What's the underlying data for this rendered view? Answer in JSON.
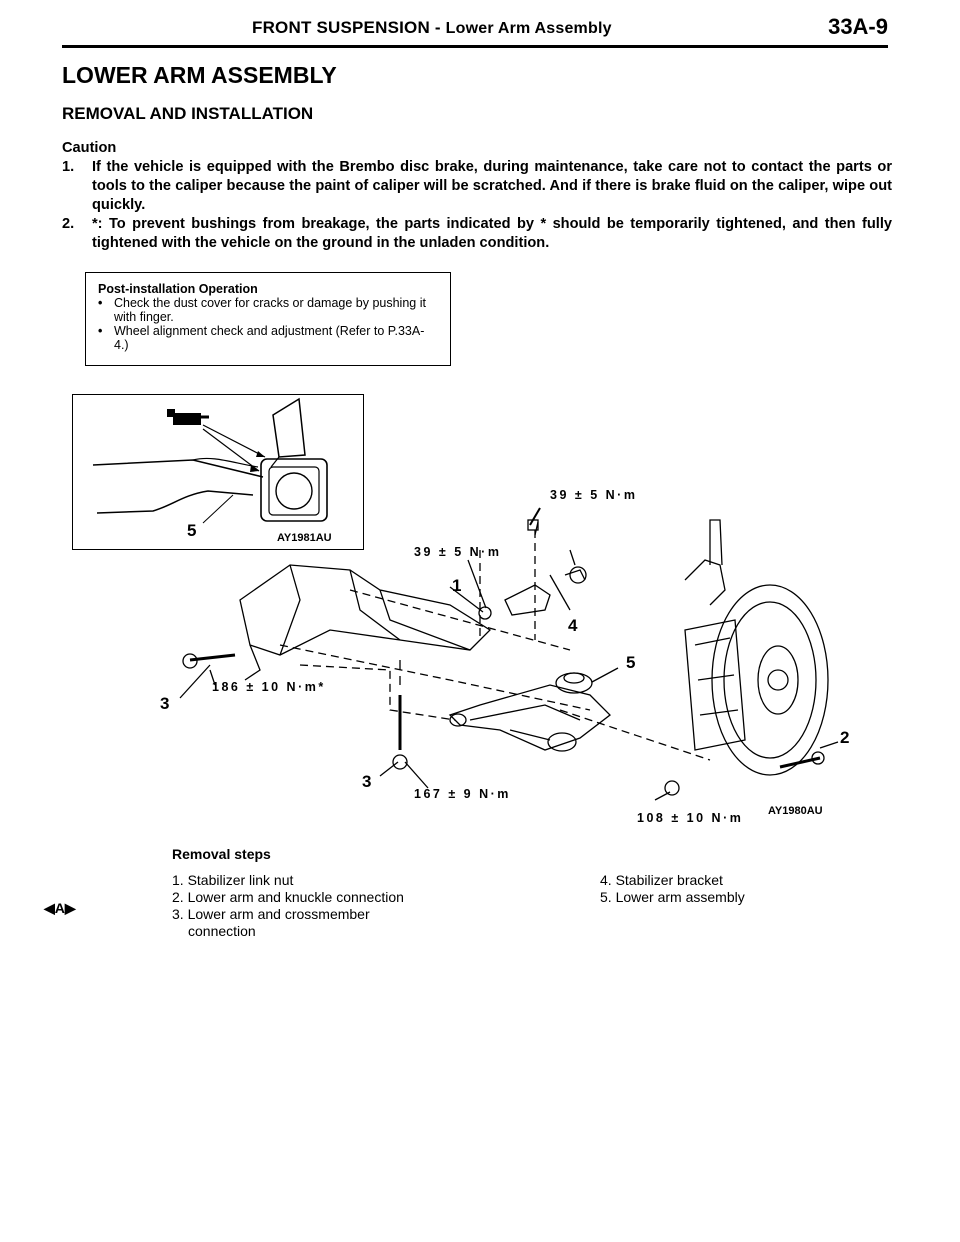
{
  "header": {
    "section": "FRONT SUSPENSION -",
    "subsection": "Lower Arm Assembly",
    "page_number": "33A-9"
  },
  "title": "LOWER ARM ASSEMBLY",
  "subtitle": "REMOVAL AND INSTALLATION",
  "caution": {
    "label": "Caution",
    "items": [
      {
        "num": "1.",
        "text": "If the vehicle is equipped with the Brembo disc brake, during maintenance, take care not to contact the parts or tools to the caliper because the paint of caliper will be scratched. And if there is brake fluid on the caliper, wipe out quickly."
      },
      {
        "num": "2.",
        "text": "*: To prevent bushings from breakage, the parts indicated by * should be temporarily tightened, and then fully tightened with the vehicle on the ground in the unladen condition."
      }
    ]
  },
  "post_installation": {
    "title": "Post-installation Operation",
    "bullet_symbol": "•",
    "items": [
      "Check the dust cover for cracks or damage by pushing it with finger.",
      "Wheel alignment check and adjustment (Refer to P.33A-4.)"
    ]
  },
  "inset_figure": {
    "callout": "5",
    "code": "AY1981AU"
  },
  "main_figure": {
    "torque_labels": {
      "t1": "39 ± 5 N·m",
      "t2": "39 ± 5 N·m",
      "t3": "186 ± 10 N·m*",
      "t4": "167 ± 9 N·m",
      "t5": "108 ± 10 N·m"
    },
    "callouts": {
      "c1": "1",
      "c2": "2",
      "c3a": "3",
      "c3b": "3",
      "c4": "4",
      "c5": "5"
    },
    "code": "AY1980AU"
  },
  "removal_steps": {
    "title": "Removal steps",
    "marker": "◀A▶",
    "left": [
      "1. Stabilizer link nut",
      "2. Lower arm and knuckle connection",
      "3. Lower arm and crossmember",
      "connection"
    ],
    "right": [
      "4. Stabilizer bracket",
      "5. Lower arm assembly"
    ]
  }
}
